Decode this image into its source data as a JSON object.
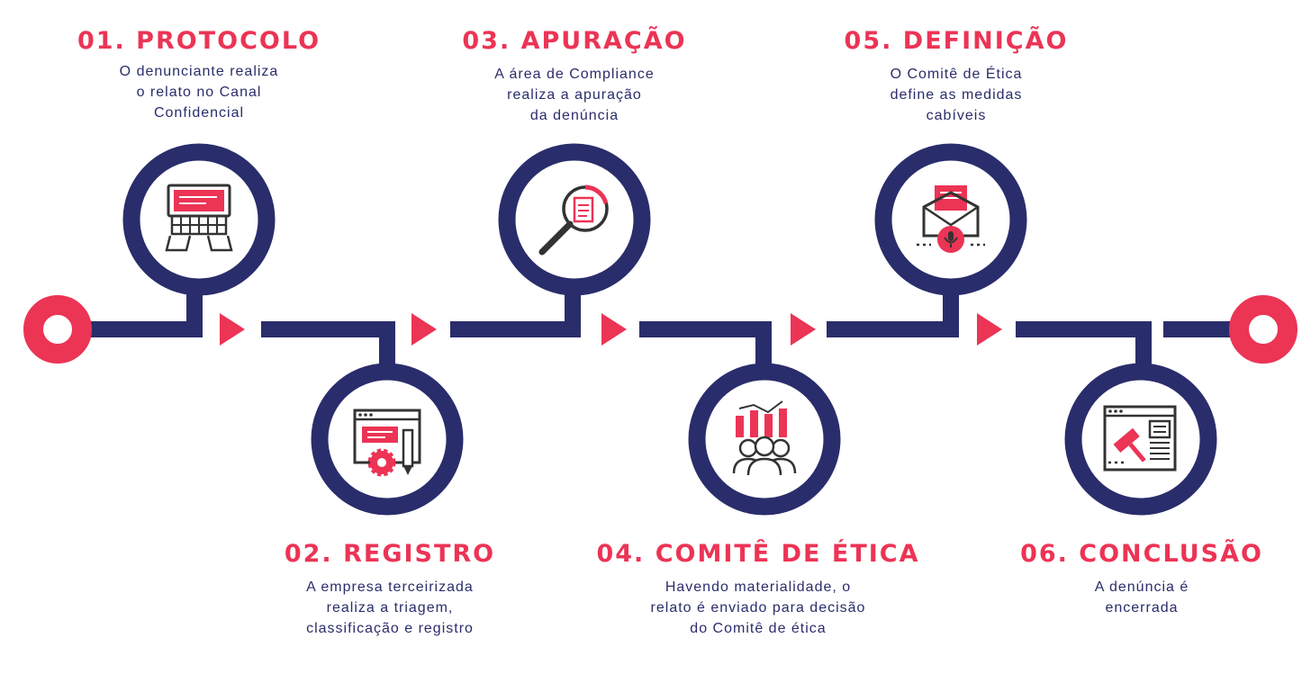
{
  "colors": {
    "navy": "#2a2d6b",
    "accent": "#ec3455"
  },
  "steps": [
    {
      "title": "01. PROTOCOLO",
      "desc": [
        "O denunciante realiza",
        "o relato no Canal",
        "Confidencial"
      ],
      "icon": "laptop-typing-icon"
    },
    {
      "title": "02. REGISTRO",
      "desc": [
        "A empresa terceirizada",
        "realiza a triagem,",
        "classificação e registro"
      ],
      "icon": "document-settings-pencil-icon"
    },
    {
      "title": "03. APURAÇÃO",
      "desc": [
        "A área de Compliance",
        "realiza a apuração",
        "da denúncia"
      ],
      "icon": "magnifier-document-icon"
    },
    {
      "title": "04. COMITÊ DE ÉTICA",
      "desc": [
        "Havendo materialidade, o",
        "relato é enviado para decisão",
        "do Comitê de ética"
      ],
      "icon": "committee-people-chart-icon"
    },
    {
      "title": "05. DEFINIÇÃO",
      "desc": [
        "O Comitê de Ética",
        "define as medidas",
        "cabíveis"
      ],
      "icon": "envelope-microphone-icon"
    },
    {
      "title": "06. CONCLUSÃO",
      "desc": [
        "A denúncia é",
        "encerrada"
      ],
      "icon": "gavel-browser-icon"
    }
  ]
}
